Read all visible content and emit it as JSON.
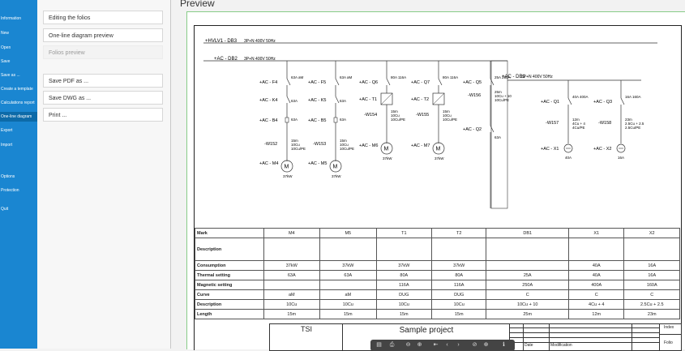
{
  "sidebar": {
    "items": [
      {
        "label": "Information",
        "active": false
      },
      {
        "label": "New",
        "active": false
      },
      {
        "label": "Open",
        "active": false
      },
      {
        "label": "Save",
        "active": false
      },
      {
        "label": "Save as ...",
        "active": false
      },
      {
        "label": "Create a template",
        "active": false
      },
      {
        "label": "Calculations report",
        "active": false
      },
      {
        "label": "One-line diagram",
        "active": true
      },
      {
        "label": "Export",
        "active": false
      },
      {
        "label": "Import",
        "active": false
      },
      {
        "label": "Options",
        "active": false
      },
      {
        "label": "Protection",
        "active": false
      },
      {
        "label": "Quit",
        "active": false
      }
    ]
  },
  "menu": {
    "editing_folios": "Editing the folios",
    "one_line_preview": "One-line diagram preview",
    "folios_preview": "Folios preview",
    "save_pdf": "Save PDF as ...",
    "save_dwg": "Save DWG as ...",
    "print": "Print ..."
  },
  "preview": {
    "title": "Preview"
  },
  "diagram": {
    "bus_top_label": "+HVLV1 - DB3",
    "bus_top_spec": "3P+N 400V  50Hz",
    "bus_main_label": "+AC - DB2",
    "bus_main_spec": "3P+N 400V  50Hz",
    "bus_sub_label": "+AC - DB1",
    "bus_sub_spec": "3P+N 400V  50Hz",
    "feeders": [
      {
        "breaker": "+AC - F4",
        "breaker_rating": "63A aM",
        "contactor": "+AC - K4",
        "contactor_rating": "63A",
        "relay": "+AC - B4",
        "relay_rating": "63A",
        "cable": "-W152",
        "cable_len": "15m",
        "cable_sec": "10Cu",
        "cable_pe": "10Cu/PE",
        "load": "+AC - M4",
        "load_power": "37kW"
      },
      {
        "breaker": "+AC - F5",
        "breaker_rating": "63A aM",
        "contactor": "+AC - K5",
        "contactor_rating": "63A",
        "relay": "+AC - B5",
        "relay_rating": "63A",
        "cable": "-W153",
        "cable_len": "15m",
        "cable_sec": "10Cu",
        "cable_pe": "10Cu/PE",
        "load": "+AC - M5",
        "load_power": "37kW"
      },
      {
        "breaker": "+AC - Q6",
        "breaker_rating": "80A 116A",
        "drive": "+AC - T1",
        "cable": "-W154",
        "cable_len": "15m",
        "cable_sec": "10Cu",
        "cable_pe": "10Cu/PE",
        "load": "+AC - M6",
        "load_power": "37kW"
      },
      {
        "breaker": "+AC - Q7",
        "breaker_rating": "80A 116A",
        "drive": "+AC - T2",
        "cable": "-W155",
        "cable_len": "15m",
        "cable_sec": "10Cu",
        "cable_pe": "10Cu/PE",
        "load": "+AC - M7",
        "load_power": "37kW"
      },
      {
        "breaker": "+AC - Q5",
        "breaker_rating": "25A 250A",
        "cable": "-W156",
        "cable_len": "25m",
        "cable_sec": "10Cu + 10",
        "cable_pe": "10Cu/PE",
        "switch": "+AC - Q2",
        "switch_rating": "63A"
      },
      {
        "breaker": "+AC - Q1",
        "breaker_rating": "40A 400A",
        "cable": "-W157",
        "cable_len": "12m",
        "cable_sec": "4Cu + 4",
        "cable_pe": "4Cu/PE",
        "load": "+AC - X1",
        "load_power": "40A"
      },
      {
        "breaker": "+AC - Q3",
        "breaker_rating": "16A 160A",
        "cable": "-W158",
        "cable_len": "23m",
        "cable_sec": "2.5Cu + 2.5",
        "cable_pe": "2.5Cu/PE",
        "load": "+AC - X2",
        "load_power": "16A"
      }
    ]
  },
  "table": {
    "columns": [
      "Mark",
      "M4",
      "M5",
      "T1",
      "T2",
      "DB1",
      "X1",
      "X2"
    ],
    "rows": [
      {
        "label": "Description",
        "cells": [
          "",
          "",
          "",
          "",
          "",
          "",
          ""
        ]
      },
      {
        "label": "Consumption",
        "cells": [
          "37kW",
          "37kW",
          "37kW",
          "37kW",
          "",
          "40A",
          "16A"
        ]
      },
      {
        "label": "Thermal setting",
        "cells": [
          "63A",
          "63A",
          "80A",
          "80A",
          "25A",
          "40A",
          "16A"
        ]
      },
      {
        "label": "Magnetic setting",
        "cells": [
          "",
          "",
          "116A",
          "116A",
          "250A",
          "400A",
          "160A"
        ]
      },
      {
        "label": "Curve",
        "cells": [
          "aM",
          "aM",
          "DUG",
          "DUG",
          "C",
          "C",
          "C"
        ]
      },
      {
        "label": "Description",
        "cells": [
          "10Cu",
          "10Cu",
          "10Cu",
          "10Cu",
          "10Cu + 10",
          "4Cu + 4",
          "2.5Cu + 2.5"
        ]
      },
      {
        "label": "Length",
        "cells": [
          "15m",
          "15m",
          "15m",
          "15m",
          "25m",
          "12m",
          "23m"
        ]
      }
    ]
  },
  "title_block": {
    "company": "TSI",
    "project": "Sample project",
    "date_label": "Date",
    "modification_label": "Modification",
    "index_label": "Index",
    "folio_label": "Folio"
  },
  "toolbar": {
    "tools": [
      "save-icon",
      "print-icon",
      "zoom-out-icon",
      "zoom-in-icon",
      "first-page-icon",
      "previous-page-icon",
      "next-page-icon",
      "zoom-fit-icon",
      "zoom-in-2-icon",
      "info-icon"
    ]
  }
}
